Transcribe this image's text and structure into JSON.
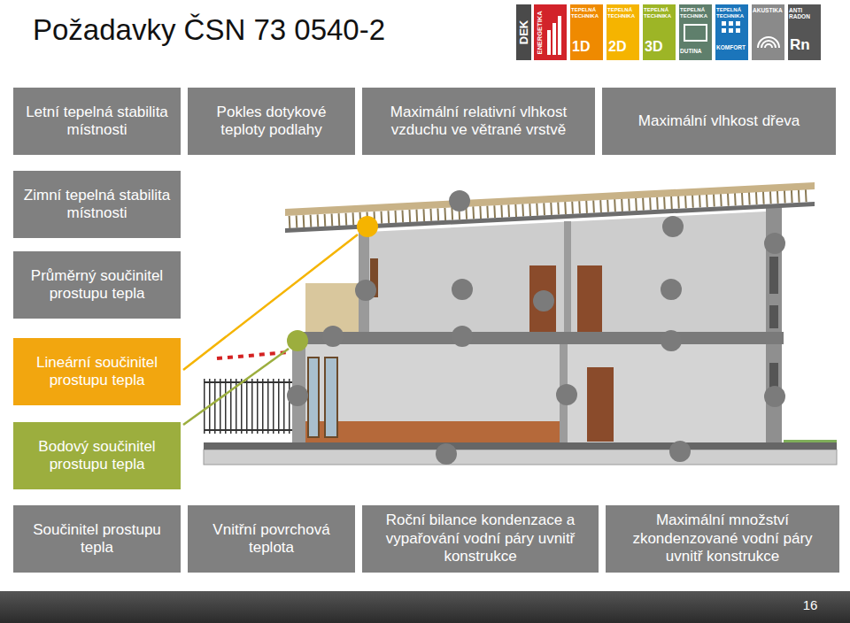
{
  "diagram": {
    "title": "Požadavky ČSN 73 0540-2",
    "nodes": [
      {
        "text": [
          "Letní tepelná stabilita místnosti"
        ]
      },
      {
        "text": [
          "Pokles dotykové teploty podlahy"
        ]
      },
      {
        "text": [
          "Maximální relativní vlhkost vzduchu ve větrané vrstvě"
        ]
      },
      {
        "text": [
          "Maximální vlhkost dřeva"
        ]
      },
      {
        "text": [
          "Zimní tepelná stabilita místnosti"
        ]
      },
      {
        "text": [
          "Průměrný součinitel prostupu tepla"
        ]
      },
      {
        "text": [
          "Lineární součinitel prostupu tepla"
        ]
      },
      {
        "text": [
          "Bodový součinitel prostupu tepla"
        ]
      },
      {
        "text": [
          "Součinitel prostupu tepla"
        ]
      },
      {
        "text": [
          "Vnitřní povrchová teplota"
        ]
      },
      {
        "text": [
          "Roční bilance kondenzace a vypařování vodní páry uvnitř konstrukce"
        ]
      },
      {
        "text": [
          "Maximální množství zkondenzované vodní páry uvnitř konstrukce"
        ]
      }
    ],
    "labels": [
      "DEK",
      "ENERGETIKA",
      "TEPELNÁ TECHNIKA",
      "1D",
      "TEPELNÁ TECHNIKA",
      "2D",
      "TEPELNÁ TECHNIKA",
      "3D",
      "TEPELNÁ TECHNIKA",
      "DUTINA",
      "TEPELNÁ TECHNIKA",
      "KOMFORT",
      "AKUSTIKA",
      "ANTI RADON",
      "Rn",
      "16"
    ]
  }
}
